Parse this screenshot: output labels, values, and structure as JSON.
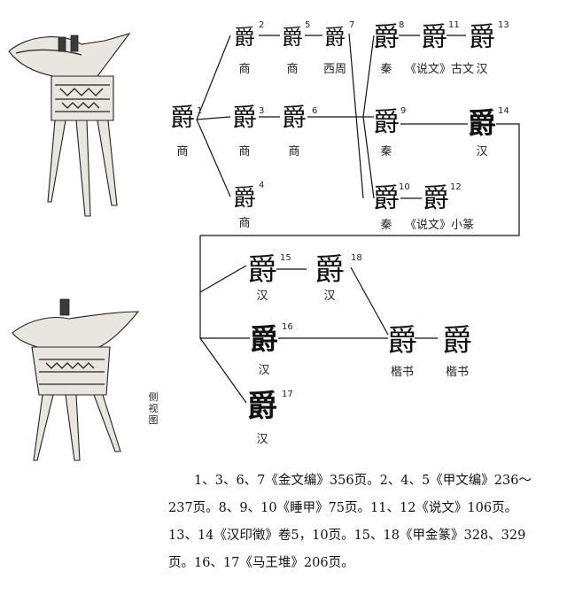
{
  "glyphs": [
    {
      "id": "1",
      "char": "爵",
      "label": "商"
    },
    {
      "id": "2",
      "char": "爵",
      "label": "商"
    },
    {
      "id": "3",
      "char": "爵",
      "label": "商"
    },
    {
      "id": "4",
      "char": "爵",
      "label": "商"
    },
    {
      "id": "5",
      "char": "爵",
      "label": "商"
    },
    {
      "id": "6",
      "char": "爵",
      "label": "商"
    },
    {
      "id": "7",
      "char": "爵",
      "label": "西周"
    },
    {
      "id": "8",
      "char": "爵",
      "label": "秦"
    },
    {
      "id": "9",
      "char": "爵",
      "label": "秦"
    },
    {
      "id": "10",
      "char": "爵",
      "label": "秦"
    },
    {
      "id": "11",
      "char": "爵",
      "label": "《说文》古文"
    },
    {
      "id": "12",
      "char": "爵",
      "label": "《说文》小篆"
    },
    {
      "id": "13",
      "char": "爵",
      "label": "汉"
    },
    {
      "id": "14",
      "char": "爵",
      "label": "汉"
    },
    {
      "id": "15",
      "char": "爵",
      "label": "汉"
    },
    {
      "id": "16",
      "char": "爵",
      "label": "汉"
    },
    {
      "id": "17",
      "char": "爵",
      "label": "汉"
    },
    {
      "id": "18",
      "char": "爵",
      "label": "汉"
    },
    {
      "id": "k1",
      "char": "爵",
      "label": "楷书"
    },
    {
      "id": "k2",
      "char": "爵",
      "label": "楷书"
    }
  ],
  "side_view_label": "侧视图",
  "caption": "1、3、6、7《金文编》356页。2、4、5《甲文编》236～237页。8、9、10《睡甲》75页。11、12《说文》106页。13、14《汉印徵》卷5，10页。15、18《甲金篆》328、329页。16、17《马王堆》206页。"
}
